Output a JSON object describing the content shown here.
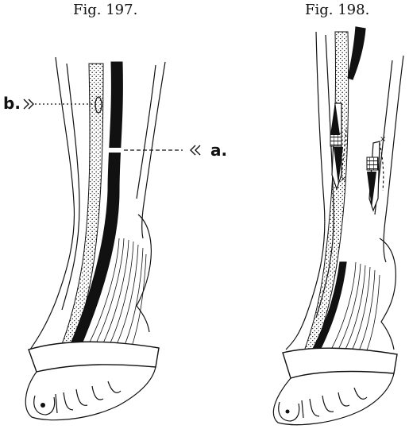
{
  "figures": [
    {
      "caption": "Fig. 197.",
      "labels": {
        "b": "b.",
        "a": "a."
      }
    },
    {
      "caption": "Fig. 198.",
      "labels": {}
    }
  ]
}
